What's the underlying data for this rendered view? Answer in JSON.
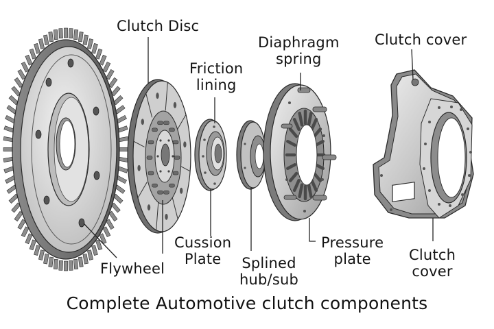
{
  "caption": "Complete Automotive clutch components",
  "labels": {
    "clutch_disc": [
      "Clutch Disc"
    ],
    "friction_lining": [
      "Friction",
      "lining"
    ],
    "diaphragm_spring": [
      "Diaphragm",
      "spring"
    ],
    "clutch_cover_top": [
      "Clutch cover"
    ],
    "flywheel": [
      "Flywheel"
    ],
    "cussion_plate": [
      "Cussion",
      "Plate"
    ],
    "splined_hub": [
      "Splined",
      "hub/sub"
    ],
    "pressure_plate": [
      "Pressure",
      "plate"
    ],
    "clutch_cover_bottom": [
      "Clutch",
      "cover"
    ]
  },
  "colors": {
    "metal_light": "#d9d9d9",
    "metal_mid": "#a9a9a9",
    "metal_dark": "#6e6e6e",
    "outline": "#2a2a2a",
    "leader": "#222222"
  }
}
